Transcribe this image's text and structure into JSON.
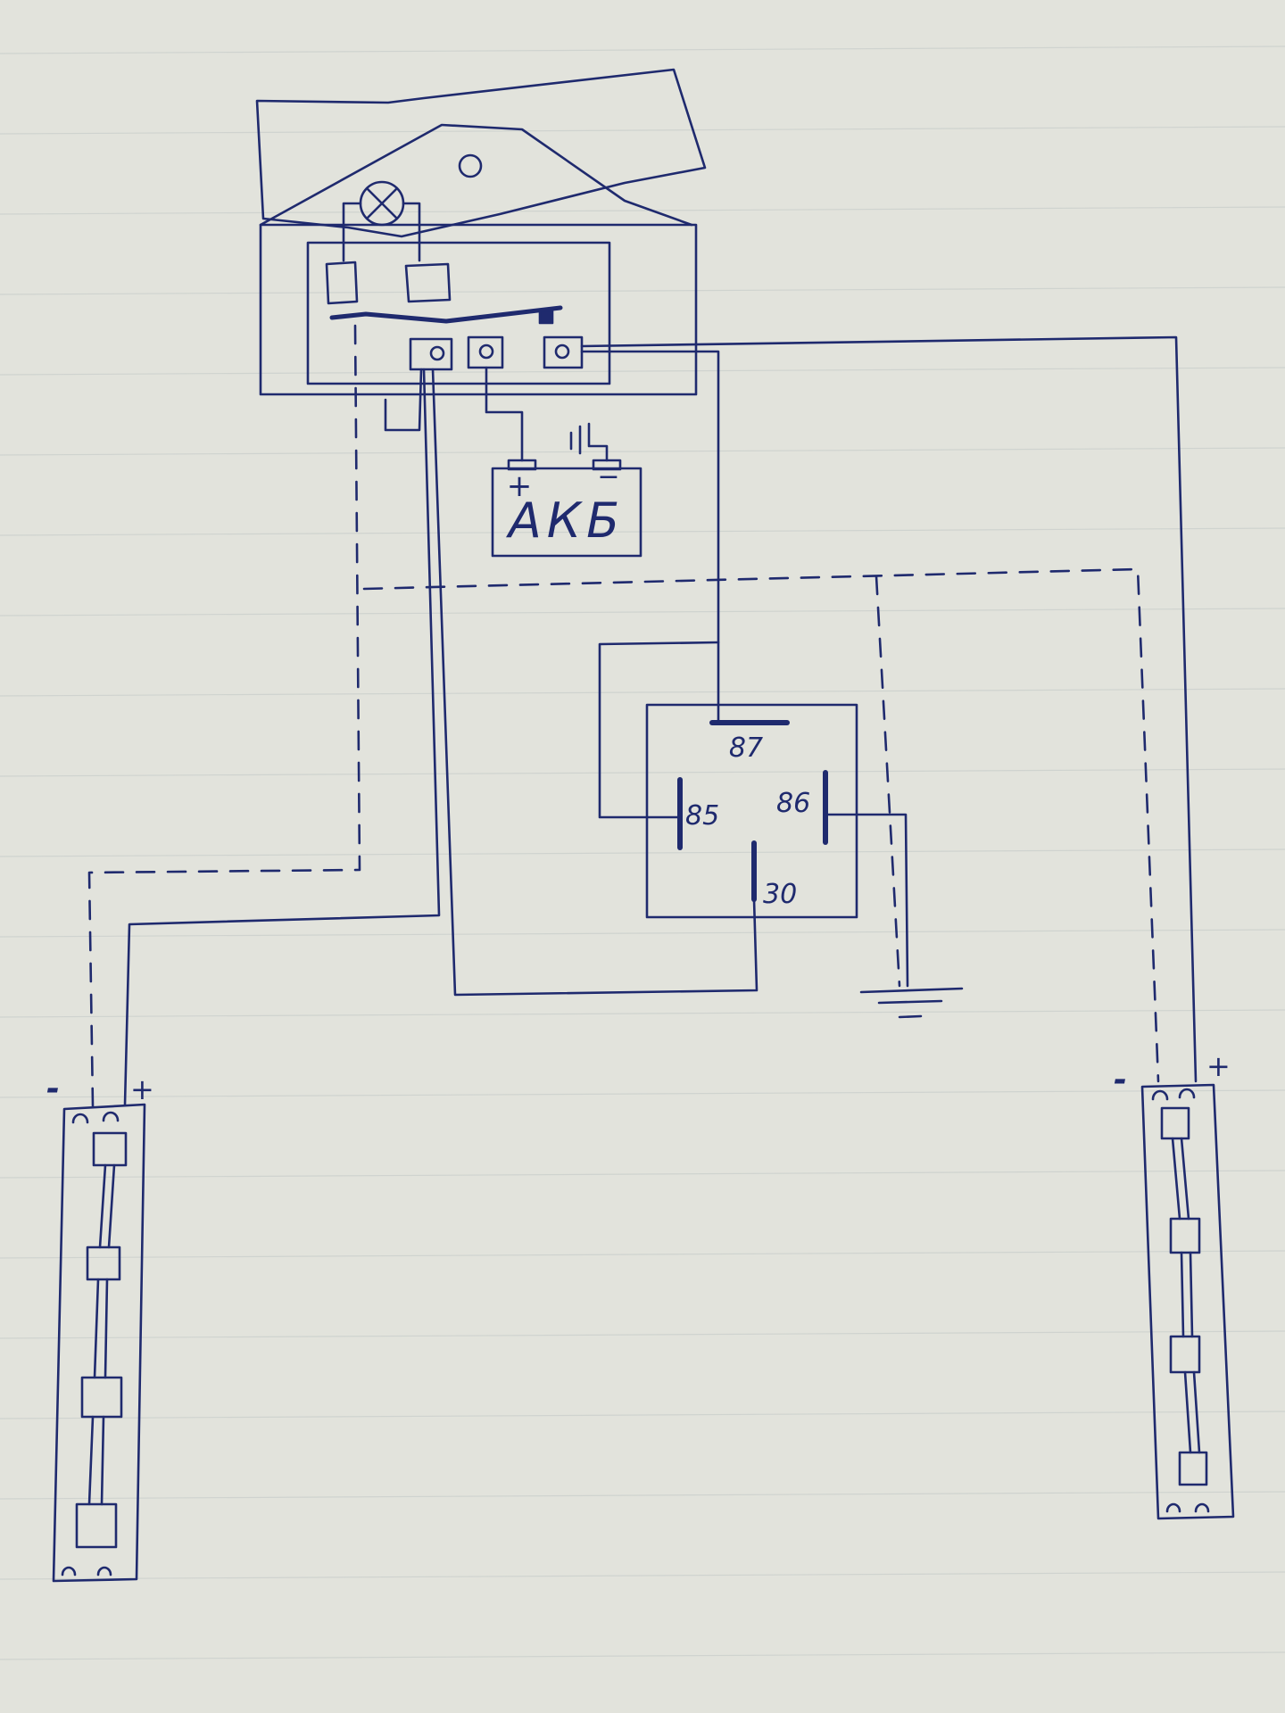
{
  "paper": {
    "background": "#e2e3dc",
    "rule_color": "#cfd3cf",
    "ink": "#1f2a6e"
  },
  "switch": {
    "lamp_icon": "lamp-cross-icon",
    "rocker_mark": "O"
  },
  "battery": {
    "label": "АКБ",
    "plus": "+",
    "minus": "−"
  },
  "relay": {
    "pins": {
      "p87": "87",
      "p85": "85",
      "p86": "86",
      "p30": "30"
    }
  },
  "led_strip_left": {
    "minus": "-",
    "plus": "+"
  },
  "led_strip_right": {
    "minus": "-",
    "plus": "+"
  },
  "ground_icon": "ground-symbol-icon"
}
